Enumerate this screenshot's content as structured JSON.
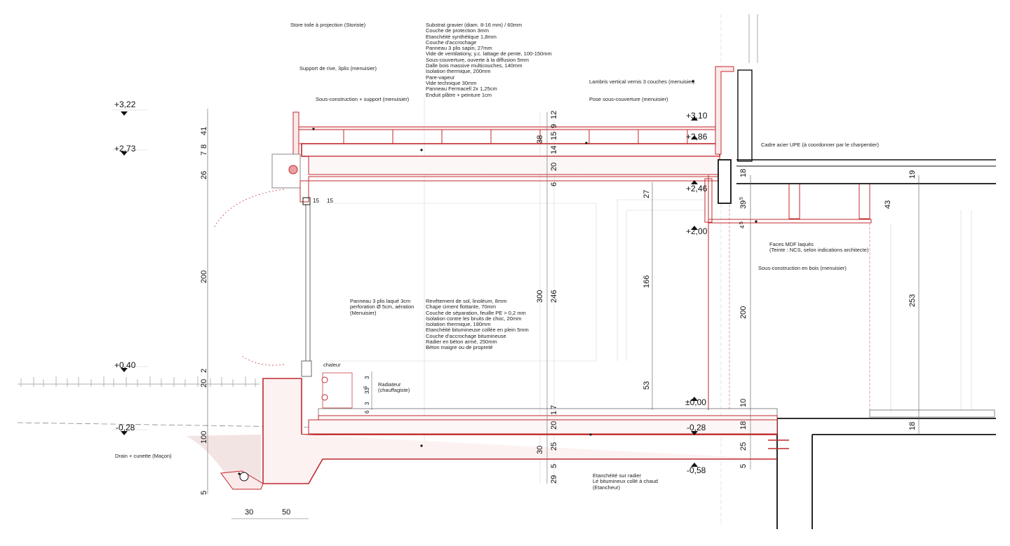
{
  "colors": {
    "red": "#c0282d",
    "redLight": "#e8a0a2",
    "black": "#111111",
    "grey": "#bdbdbd"
  },
  "levels": [
    {
      "id": "lvl-322",
      "text": "+3,22"
    },
    {
      "id": "lvl-273",
      "text": "+2,73"
    },
    {
      "id": "lvl-310",
      "text": "+3,10"
    },
    {
      "id": "lvl-286",
      "text": "+2,86"
    },
    {
      "id": "lvl-246",
      "text": "+2,46"
    },
    {
      "id": "lvl-200",
      "text": "+2,00"
    },
    {
      "id": "lvl-040",
      "text": "+0,40"
    },
    {
      "id": "lvl-000",
      "text": "±0,00"
    },
    {
      "id": "lvl-028a",
      "text": "-0,28"
    },
    {
      "id": "lvl-028b",
      "text": "-0,28"
    },
    {
      "id": "lvl-058",
      "text": "-0,58"
    }
  ],
  "annotations": {
    "store": "Store toile à projection (Storiste)",
    "support_rive": "Support de rive, 3plis (menuisier)",
    "sous_construction_support": "Sous-construction + support (menuisier)",
    "roof_layers": [
      "Substrat gravier (diam. 8-16 mm) / 60mm",
      "Couche de protection 3mm",
      "Etanchéité synthétique 1,8mm",
      "Couche d'accrochage",
      "Panneau 3 plis sapin, 27mm",
      "Vide de ventilationy, y.c. lattage de pente, 100-150mm",
      "Sous-couverture, ouverte à la diffusion 5mm",
      "Dalle bois massive multicouches, 140mm",
      "Isolation thermique, 200mm",
      "Pare-vapeur",
      "Vide technique 30mm",
      "Panneau Fermacell 2x 1,25cm",
      "Enduit plâtre + peinture 1cm"
    ],
    "lambris": "Lambris vertical vernis 3 couches (menuisier)",
    "pose_sous_couverture": "Pose sous-couverture (menuisier)",
    "cadre_acier": "Cadre acier UPE (à coordonner par le charpentier)",
    "faces_mdf": [
      "Faces MDF laqués",
      "(Teinte : NCS, selon indications architecte)"
    ],
    "sous_construction_bois": "Sous-construction en bois (menuisier)",
    "panneau_3plis": [
      "Panneau 3 plis laqué 3cm",
      "perforation Ø 5cm, aération",
      "(Menuisier)"
    ],
    "floor_layers": [
      "Revêtement de sol, linoléum, 8mm",
      "Chape ciment flottante, 70mm",
      "Couche de séparation, feuille PE > 0,2 mm",
      "Isolation contre les bruits de choc, 20mm",
      "Isolation thermique, 180mm",
      "Etanchéité bitumineuse collée en plein 5mm",
      "Couche d'accrochage bitumineuse",
      "Radier en béton armé, 250mm",
      "Béton maigre ou de propreté"
    ],
    "chaleur": "chaleur",
    "radiateur": [
      "Radiateur",
      "(chauffagiste)"
    ],
    "drain": "Drain + cunette (Maçon)",
    "etancheite_radier": [
      "Etanchéité sur radier",
      "Lé bitumineux collé à chaud",
      "(Etancheur)"
    ]
  },
  "dimensions": {
    "left": [
      "41",
      "7",
      "8",
      "26",
      "200",
      "2",
      "20",
      "100",
      "5"
    ],
    "bottom": [
      "30",
      "50"
    ],
    "small": [
      "15",
      "15"
    ],
    "col380": [
      "38",
      "300",
      "30",
      "29"
    ],
    "col790": [
      "12",
      "9",
      "15",
      "14",
      "20",
      "6",
      "246",
      "7",
      "1",
      "20",
      "25",
      "5"
    ],
    "col920": [
      "27",
      "166",
      "53"
    ],
    "radiator": [
      "3",
      "33",
      "5",
      "6",
      "3"
    ],
    "col1060": [
      "18",
      "39",
      "5",
      "4",
      "5",
      "200",
      "10",
      "18",
      "25",
      "5"
    ],
    "col1300": [
      "19",
      "43",
      "253",
      "18"
    ]
  }
}
